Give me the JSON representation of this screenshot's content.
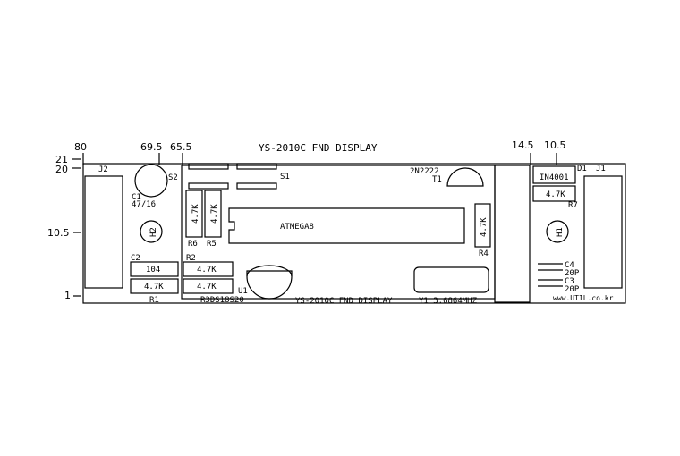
{
  "title": "YS-2010C FND DISPLAY",
  "dimensions": {
    "top": [
      "80",
      "69.5",
      "65.5",
      "14.5",
      "10.5"
    ],
    "left": [
      "21",
      "20",
      "10.5",
      "1"
    ]
  },
  "components": {
    "j2": "J2",
    "j1": "J1",
    "s2": "S2",
    "s1": "S1",
    "c1": "C1",
    "c1_value": "47/16",
    "h2": "H2",
    "h1": "H1",
    "r6": "R6",
    "r5": "R5",
    "r6_value": "4.7K",
    "r5_value": "4.7K",
    "mcu": "ATMEGA8",
    "q_type": "2N2222",
    "t1": "T1",
    "d1": "D1",
    "d1_type": "IN4001",
    "r7": "R7",
    "r7_value": "4.7K",
    "r4": "R4",
    "r4_value": "4.7K",
    "c2": "C2",
    "c2_value": "104",
    "r1": "R1",
    "r1_value": "4.7K",
    "r2": "R2",
    "r2_value": "4.7K",
    "r3_value": "4.7K",
    "r3_u2": "R3DS18S20",
    "u1": "U1",
    "c4": "C4",
    "c4_value": "20P",
    "c3": "C3",
    "c3_value": "20P",
    "bottom_text": "YS-2010C FND DISPLAY",
    "crystal": "Y1 3.6864MHZ",
    "website": "www.UTIL.co.kr"
  }
}
